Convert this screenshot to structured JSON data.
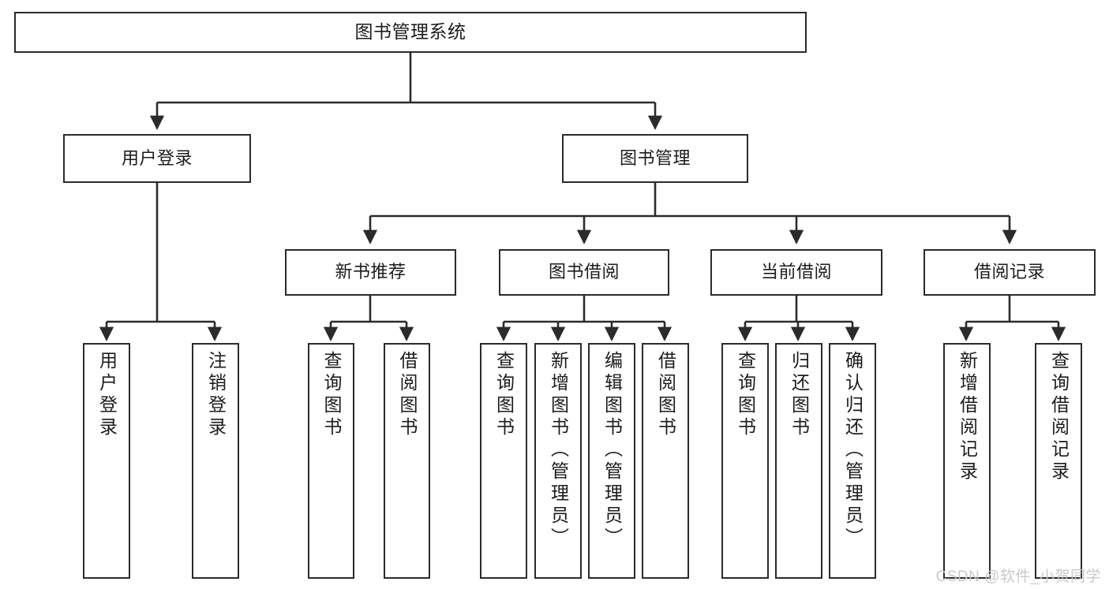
{
  "diagram": {
    "title": "图书管理系统",
    "watermark": "CSDN @软件_小贺同学",
    "colors": {
      "box_border": "#2b2b2b",
      "box_fill": "#ffffff",
      "edge": "#2b2b2b",
      "text": "#1c1c1c",
      "watermark": "#c9c9c9"
    },
    "nodes": {
      "root": {
        "label": "图书管理系统"
      },
      "level1": [
        {
          "label": "用户登录"
        },
        {
          "label": "图书管理"
        }
      ],
      "level2": [
        {
          "label": "新书推荐"
        },
        {
          "label": "图书借阅"
        },
        {
          "label": "当前借阅"
        },
        {
          "label": "借阅记录"
        }
      ],
      "leaves_user_login": [
        {
          "label": "用户登录"
        },
        {
          "label": "注销登录"
        }
      ],
      "leaves_new_book": [
        {
          "label": "查询图书"
        },
        {
          "label": "借阅图书"
        }
      ],
      "leaves_borrow": [
        {
          "label": "查询图书"
        },
        {
          "label": "新增图书（管理员）"
        },
        {
          "label": "编辑图书（管理员）"
        },
        {
          "label": "借阅图书"
        }
      ],
      "leaves_current": [
        {
          "label": "查询图书"
        },
        {
          "label": "归还图书"
        },
        {
          "label": "确认归还（管理员）"
        }
      ],
      "leaves_record": [
        {
          "label": "新增借阅记录"
        },
        {
          "label": "查询借阅记录"
        }
      ]
    }
  }
}
